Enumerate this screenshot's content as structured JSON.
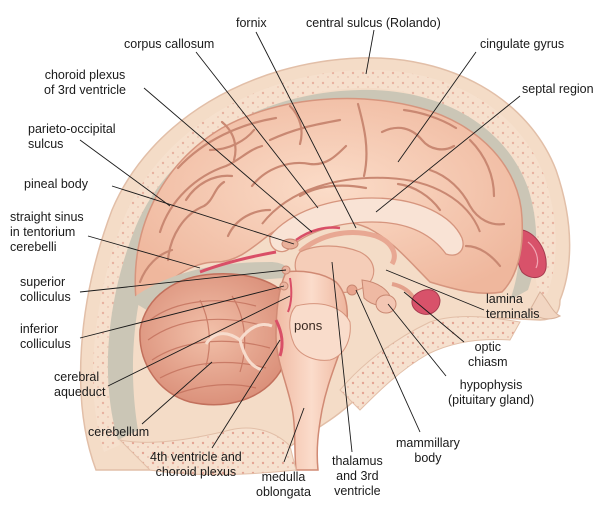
{
  "labels": {
    "fornix": "fornix",
    "central_sulcus": "central sulcus (Rolando)",
    "corpus_callosum": "corpus callosum",
    "cingulate_gyrus": "cingulate gyrus",
    "choroid_plexus_3rd": [
      "choroid plexus",
      "of 3rd ventricle"
    ],
    "septal_region": "septal region",
    "parieto_occipital": [
      "parieto-occipital",
      "sulcus"
    ],
    "pineal_body": "pineal body",
    "straight_sinus": [
      "straight sinus",
      "in tentorium",
      "cerebelli"
    ],
    "superior_colliculus": [
      "superior",
      "colliculus"
    ],
    "inferior_colliculus": [
      "inferior",
      "colliculus"
    ],
    "cerebral_aqueduct": [
      "cerebral",
      "aqueduct"
    ],
    "cerebellum": "cerebellum",
    "fourth_ventricle": [
      "4th ventricle and",
      "choroid plexus"
    ],
    "medulla": [
      "medulla",
      "oblongata"
    ],
    "thalamus": [
      "thalamus",
      "and 3rd",
      "ventricle"
    ],
    "mammillary": [
      "mammillary",
      "body"
    ],
    "hypophysis": [
      "hypophysis",
      "(pituitary gland)"
    ],
    "optic_chiasm": [
      "optic",
      "chiasm"
    ],
    "lamina_terminalis": [
      "lamina",
      "terminalis"
    ],
    "pons": "pons"
  },
  "colors": {
    "skull": "#f3dcc8",
    "dura": "#c9c3b2",
    "brain": "#f7c9b1",
    "sulcus": "#c98872",
    "cerebellum": "#e9a58e",
    "brainstem": "#f3c7b2",
    "sinus": "#d9546a",
    "leader": "#1a1a1a"
  }
}
